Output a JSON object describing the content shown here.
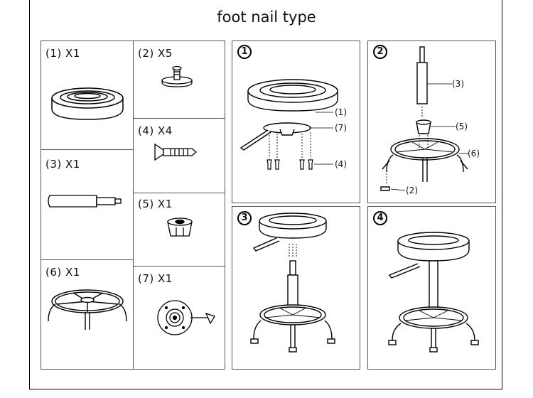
{
  "title": "foot nail type",
  "parts": [
    {
      "label": "(1) X1"
    },
    {
      "label": "(2) X5"
    },
    {
      "label": "(4) X4"
    },
    {
      "label": "(3) X1"
    },
    {
      "label": "(5) X1"
    },
    {
      "label": "(6) X1"
    },
    {
      "label": "(7) X1"
    }
  ],
  "steps": [
    {
      "number": "1",
      "callouts": [
        "(1)",
        "(7)",
        "(4)"
      ]
    },
    {
      "number": "2",
      "callouts": [
        "(3)",
        "(5)",
        "(6)",
        "(2)"
      ]
    },
    {
      "number": "3"
    },
    {
      "number": "4"
    }
  ],
  "colors": {
    "line": "#000000",
    "border": "#555555",
    "background": "#ffffff"
  }
}
